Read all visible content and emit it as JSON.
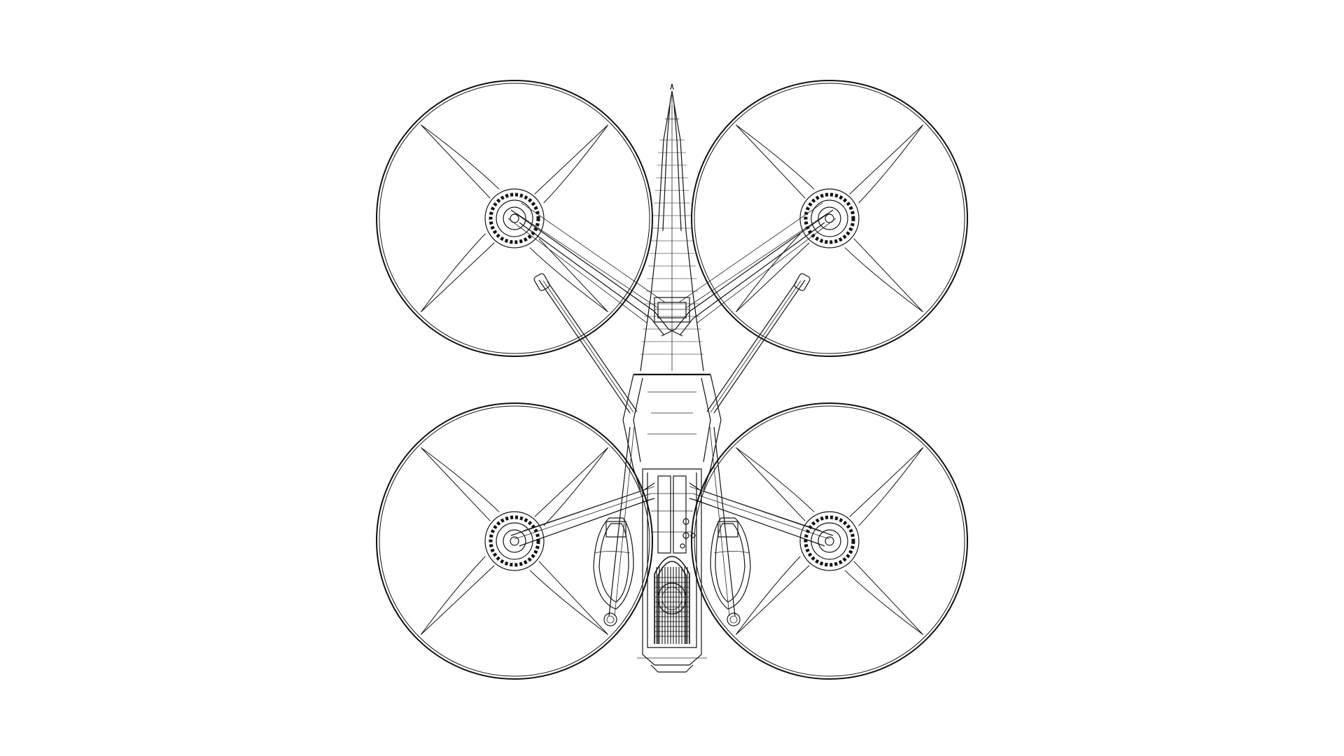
{
  "figure": {
    "subject": "quadcopter-drone-wireframe-top-view",
    "stroke_color": "#111111",
    "background_color": "#ffffff"
  },
  "rotors": [
    {
      "name": "rotor-front-left"
    },
    {
      "name": "rotor-front-right"
    },
    {
      "name": "rotor-rear-left"
    },
    {
      "name": "rotor-rear-right"
    }
  ]
}
